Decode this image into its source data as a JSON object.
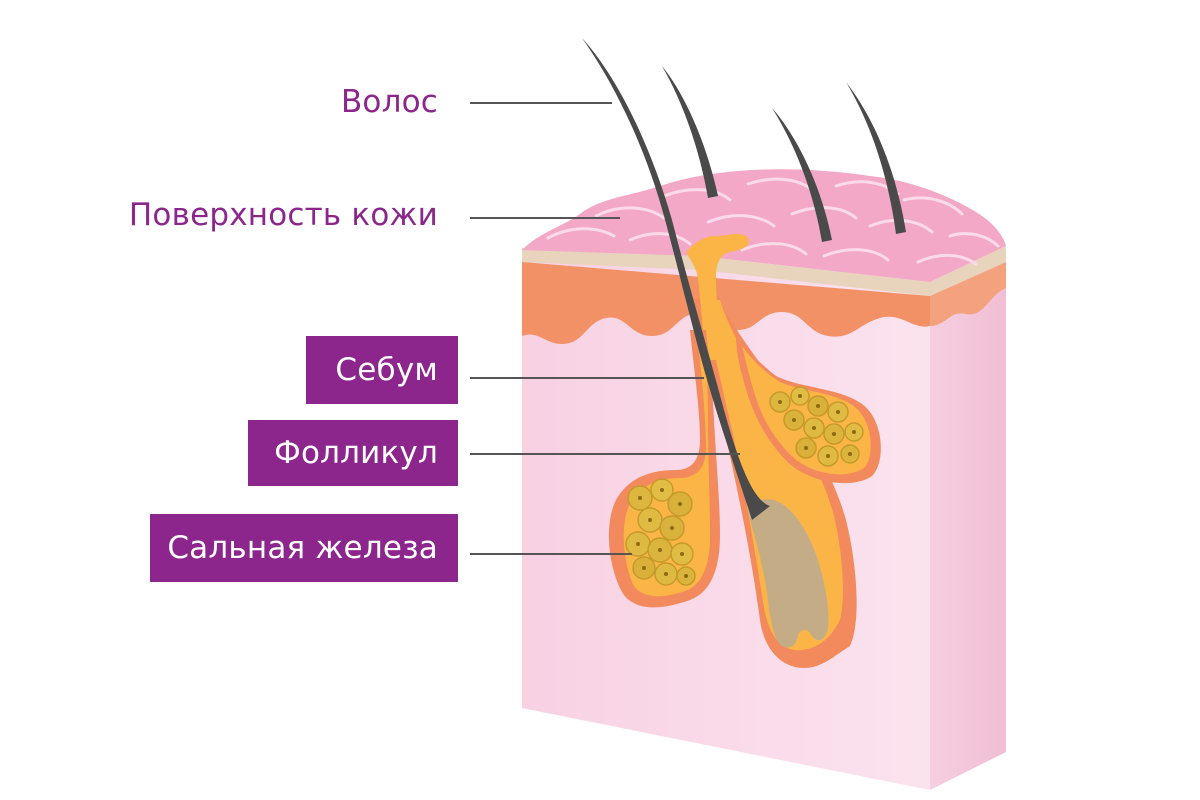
{
  "labels": {
    "hair": "Волос",
    "skin_surface": "Поверхность кожи",
    "sebum": "Себум",
    "follicle": "Фолликул",
    "sebaceous_gland": "Сальная железа"
  },
  "colors": {
    "label_purple": "#8c268c",
    "leader_line": "#555555",
    "hair": "#4a4a4a",
    "hair_root": "#c4ad86",
    "skin_front": "#f9d8e6",
    "skin_side": "#f3c4d8",
    "skin_top": "#f2a9c6",
    "skin_cell_line": "#fce2ee",
    "epidermis_cream": "#e8d3bd",
    "dermis_orange": "#f28f63",
    "sebum_yellow": "#fbb545",
    "gland_cell": "#d9b33a"
  }
}
